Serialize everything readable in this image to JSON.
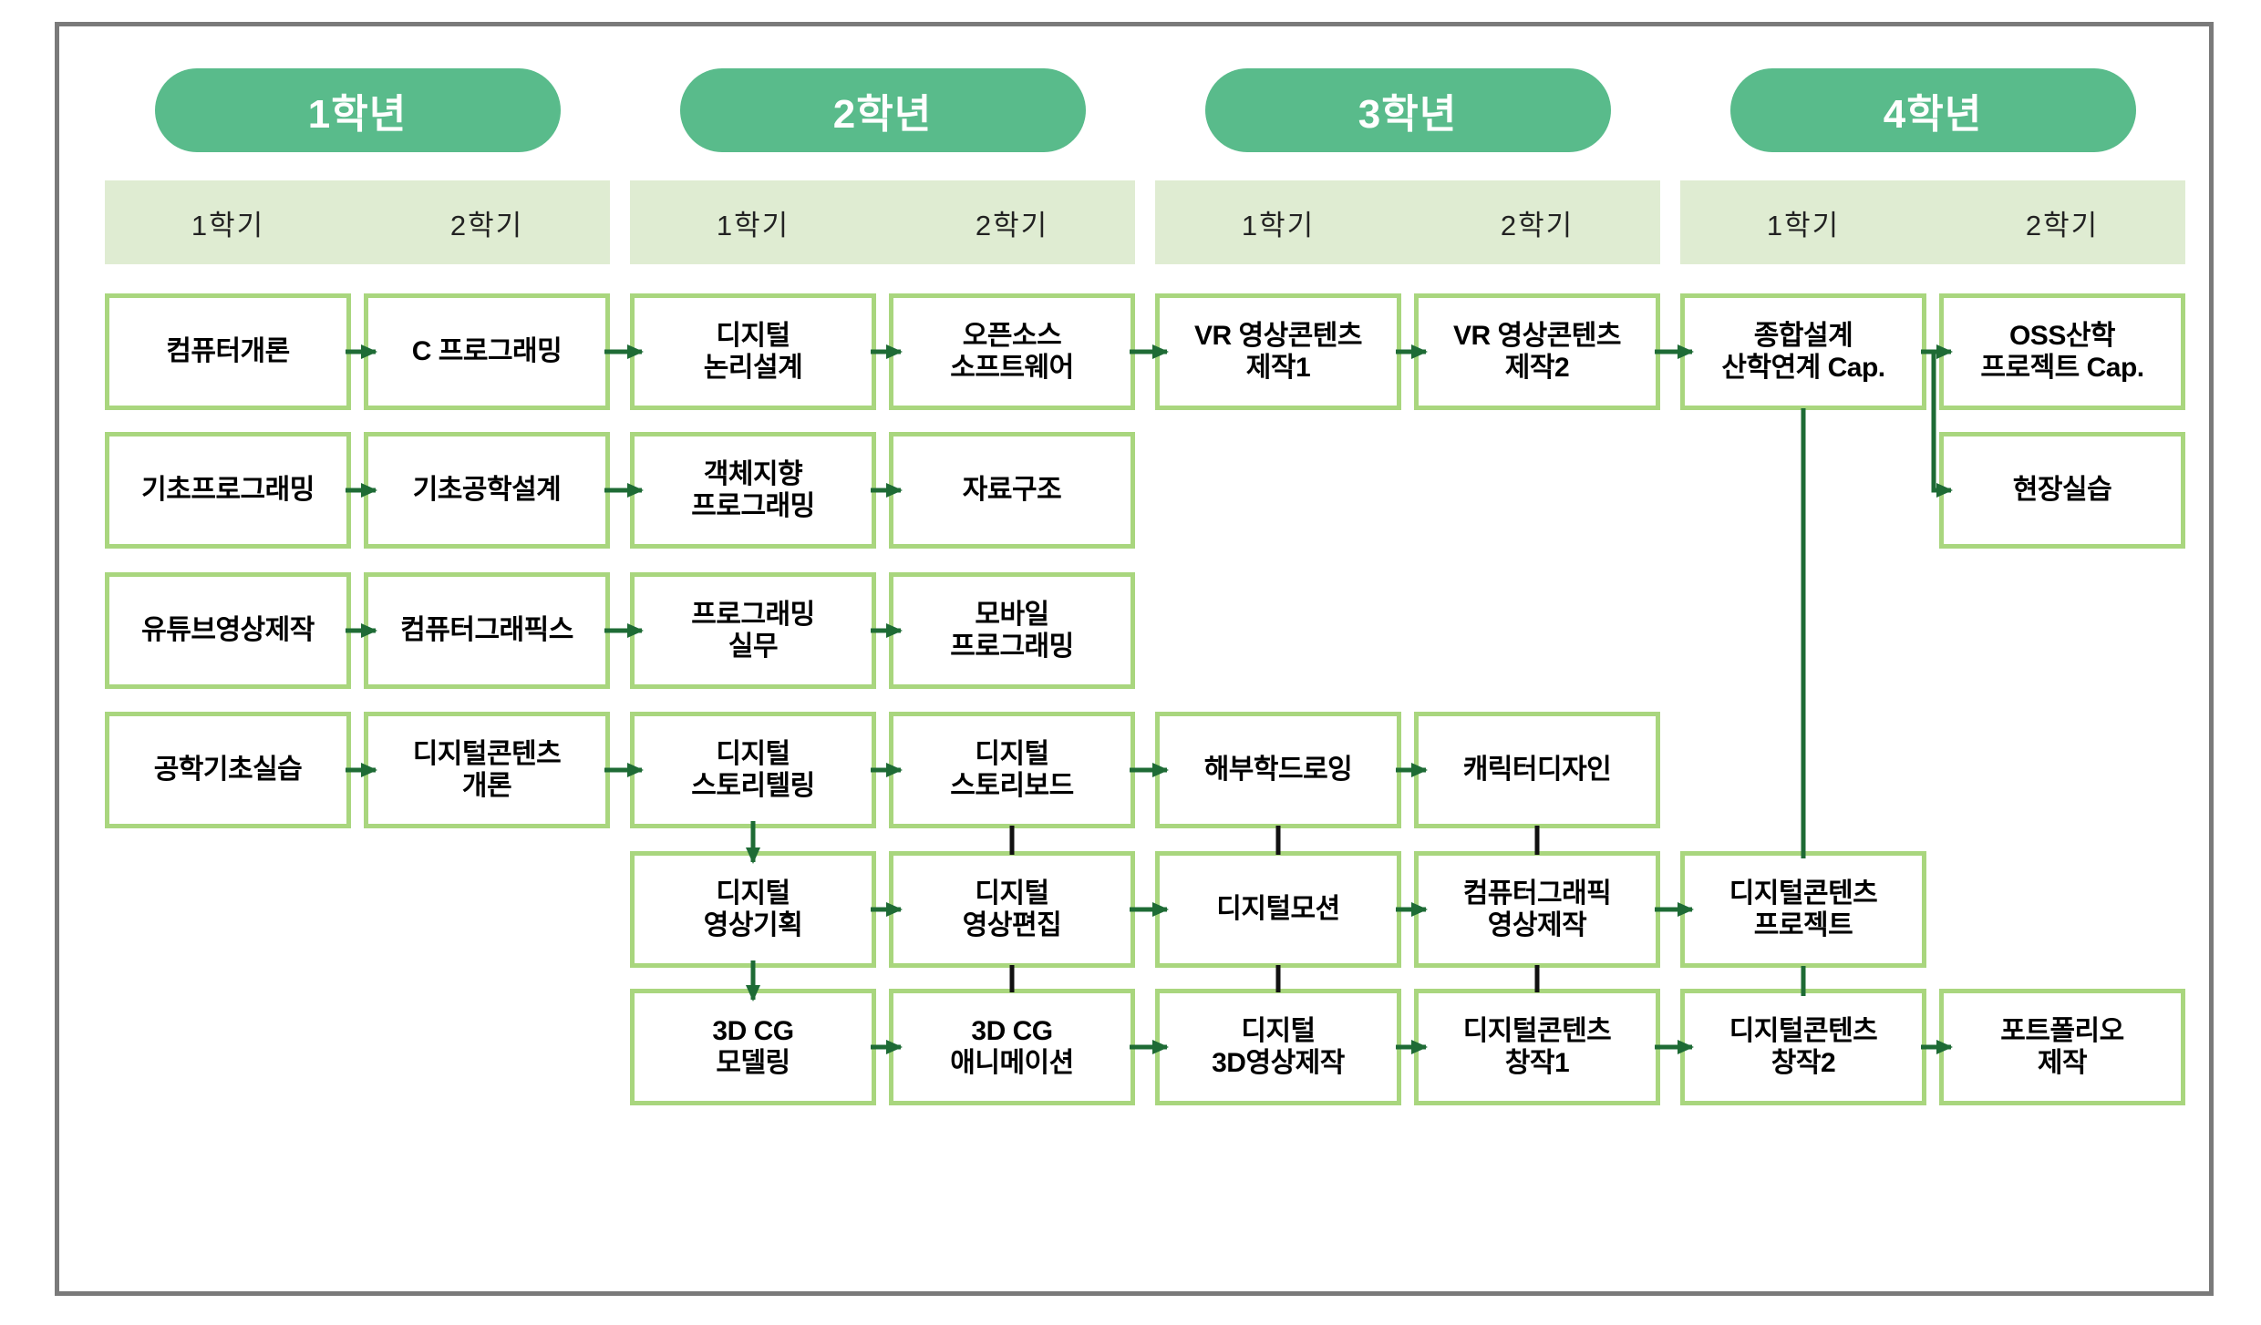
{
  "diagram": {
    "title": "curriculum-roadmap",
    "years": [
      {
        "label": "1학년",
        "semesters": [
          "1학기",
          "2학기"
        ]
      },
      {
        "label": "2학년",
        "semesters": [
          "1학기",
          "2학기"
        ]
      },
      {
        "label": "3학년",
        "semesters": [
          "1학기",
          "2학기"
        ]
      },
      {
        "label": "4학년",
        "semesters": [
          "1학기",
          "2학기"
        ]
      }
    ],
    "courses": [
      {
        "id": "y1s1-computer-intro",
        "label": "컴퓨터개론",
        "col": 1,
        "row": 1
      },
      {
        "id": "y1s1-basic-programming",
        "label": "기초프로그래밍",
        "col": 1,
        "row": 2
      },
      {
        "id": "y1s1-youtube-video",
        "label": "유튜브영상제작",
        "col": 1,
        "row": 3
      },
      {
        "id": "y1s1-eng-basic-practice",
        "label": "공학기초실습",
        "col": 1,
        "row": 4
      },
      {
        "id": "y1s2-c-programming",
        "label": "C 프로그래밍",
        "col": 2,
        "row": 1
      },
      {
        "id": "y1s2-basic-eng-design",
        "label": "기초공학설계",
        "col": 2,
        "row": 2
      },
      {
        "id": "y1s2-computer-graphics",
        "label": "컴퓨터그래픽스",
        "col": 2,
        "row": 3
      },
      {
        "id": "y1s2-digital-content-intro",
        "label": "디지털콘텐츠\n개론",
        "col": 2,
        "row": 4
      },
      {
        "id": "y2s1-digital-logic",
        "label": "디지털\n논리설계",
        "col": 3,
        "row": 1
      },
      {
        "id": "y2s1-oop",
        "label": "객체지향\n프로그래밍",
        "col": 3,
        "row": 2
      },
      {
        "id": "y2s1-programming-practice",
        "label": "프로그래밍\n실무",
        "col": 3,
        "row": 3
      },
      {
        "id": "y2s1-digital-storytelling",
        "label": "디지털\n스토리텔링",
        "col": 3,
        "row": 4
      },
      {
        "id": "y2s1-digital-video-plan",
        "label": "디지털\n영상기획",
        "col": 3,
        "row": 5
      },
      {
        "id": "y2s1-3dcg-modeling",
        "label": "3D CG\n모델링",
        "col": 3,
        "row": 6
      },
      {
        "id": "y2s2-open-source-sw",
        "label": "오픈소스\n소프트웨어",
        "col": 4,
        "row": 1
      },
      {
        "id": "y2s2-data-structure",
        "label": "자료구조",
        "col": 4,
        "row": 2
      },
      {
        "id": "y2s2-mobile-programming",
        "label": "모바일\n프로그래밍",
        "col": 4,
        "row": 3
      },
      {
        "id": "y2s2-digital-storyboard",
        "label": "디지털\n스토리보드",
        "col": 4,
        "row": 4
      },
      {
        "id": "y2s2-digital-video-edit",
        "label": "디지털\n영상편집",
        "col": 4,
        "row": 5
      },
      {
        "id": "y2s2-3dcg-animation",
        "label": "3D CG\n애니메이션",
        "col": 4,
        "row": 6
      },
      {
        "id": "y3s1-vr-content-1",
        "label": "VR 영상콘텐츠\n제작1",
        "col": 5,
        "row": 1
      },
      {
        "id": "y3s1-anatomy-drawing",
        "label": "해부학드로잉",
        "col": 5,
        "row": 4
      },
      {
        "id": "y3s1-digital-motion",
        "label": "디지털모션",
        "col": 5,
        "row": 5
      },
      {
        "id": "y3s1-digital-3d-video",
        "label": "디지털\n3D영상제작",
        "col": 5,
        "row": 6
      },
      {
        "id": "y3s2-vr-content-2",
        "label": "VR 영상콘텐츠\n제작2",
        "col": 6,
        "row": 1
      },
      {
        "id": "y3s2-character-design",
        "label": "캐릭터디자인",
        "col": 6,
        "row": 4
      },
      {
        "id": "y3s2-cg-video-production",
        "label": "컴퓨터그래픽\n영상제작",
        "col": 6,
        "row": 5
      },
      {
        "id": "y3s2-content-creation-1",
        "label": "디지털콘텐츠\n창작1",
        "col": 6,
        "row": 6
      },
      {
        "id": "y4s1-capstone-design",
        "label": "종합설계\n산학연계 Cap.",
        "col": 7,
        "row": 1
      },
      {
        "id": "y4s1-content-project",
        "label": "디지털콘텐츠\n프로젝트",
        "col": 7,
        "row": 5
      },
      {
        "id": "y4s1-content-creation-2",
        "label": "디지털콘텐츠\n창작2",
        "col": 7,
        "row": 6
      },
      {
        "id": "y4s2-oss-capstone",
        "label": "OSS산학\n프로젝트 Cap.",
        "col": 8,
        "row": 1
      },
      {
        "id": "y4s2-field-practice",
        "label": "현장실습",
        "col": 8,
        "row": 2
      },
      {
        "id": "y4s2-portfolio",
        "label": "포트폴리오\n제작",
        "col": 8,
        "row": 6
      }
    ],
    "connectors": [
      {
        "type": "h-arrow",
        "from": [
          1,
          1
        ],
        "to": [
          2,
          1
        ]
      },
      {
        "type": "h-arrow",
        "from": [
          2,
          1
        ],
        "to": [
          3,
          1
        ]
      },
      {
        "type": "h-arrow",
        "from": [
          3,
          1
        ],
        "to": [
          4,
          1
        ]
      },
      {
        "type": "h-arrow",
        "from": [
          4,
          1
        ],
        "to": [
          5,
          1
        ]
      },
      {
        "type": "h-arrow",
        "from": [
          5,
          1
        ],
        "to": [
          6,
          1
        ]
      },
      {
        "type": "h-arrow",
        "from": [
          6,
          1
        ],
        "to": [
          7,
          1
        ]
      },
      {
        "type": "h-arrow",
        "from": [
          1,
          2
        ],
        "to": [
          2,
          2
        ]
      },
      {
        "type": "h-arrow",
        "from": [
          2,
          2
        ],
        "to": [
          3,
          2
        ]
      },
      {
        "type": "h-arrow",
        "from": [
          3,
          2
        ],
        "to": [
          4,
          2
        ]
      },
      {
        "type": "h-arrow",
        "from": [
          1,
          3
        ],
        "to": [
          2,
          3
        ]
      },
      {
        "type": "h-arrow",
        "from": [
          2,
          3
        ],
        "to": [
          3,
          3
        ]
      },
      {
        "type": "h-arrow",
        "from": [
          3,
          3
        ],
        "to": [
          4,
          3
        ]
      },
      {
        "type": "h-arrow",
        "from": [
          1,
          4
        ],
        "to": [
          2,
          4
        ]
      },
      {
        "type": "h-arrow",
        "from": [
          2,
          4
        ],
        "to": [
          3,
          4
        ]
      },
      {
        "type": "h-arrow",
        "from": [
          3,
          4
        ],
        "to": [
          4,
          4
        ]
      },
      {
        "type": "h-arrow",
        "from": [
          4,
          4
        ],
        "to": [
          5,
          4
        ]
      },
      {
        "type": "h-arrow",
        "from": [
          5,
          4
        ],
        "to": [
          6,
          4
        ]
      },
      {
        "type": "h-arrow",
        "from": [
          3,
          5
        ],
        "to": [
          4,
          5
        ]
      },
      {
        "type": "h-arrow",
        "from": [
          4,
          5
        ],
        "to": [
          5,
          5
        ]
      },
      {
        "type": "h-arrow",
        "from": [
          5,
          5
        ],
        "to": [
          6,
          5
        ]
      },
      {
        "type": "h-arrow",
        "from": [
          6,
          5
        ],
        "to": [
          7,
          5
        ]
      },
      {
        "type": "h-arrow",
        "from": [
          3,
          6
        ],
        "to": [
          4,
          6
        ]
      },
      {
        "type": "h-arrow",
        "from": [
          4,
          6
        ],
        "to": [
          5,
          6
        ]
      },
      {
        "type": "h-arrow",
        "from": [
          5,
          6
        ],
        "to": [
          6,
          6
        ]
      },
      {
        "type": "h-arrow",
        "from": [
          6,
          6
        ],
        "to": [
          7,
          6
        ]
      },
      {
        "type": "h-arrow",
        "from": [
          7,
          6
        ],
        "to": [
          8,
          6
        ]
      },
      {
        "type": "v-arrow",
        "from": [
          3,
          4
        ],
        "to": [
          3,
          5
        ]
      },
      {
        "type": "v-arrow",
        "from": [
          3,
          5
        ],
        "to": [
          3,
          6
        ]
      },
      {
        "type": "tick",
        "from": [
          4,
          4
        ],
        "to": [
          4,
          5
        ]
      },
      {
        "type": "tick",
        "from": [
          4,
          5
        ],
        "to": [
          4,
          6
        ]
      },
      {
        "type": "tick",
        "from": [
          5,
          4
        ],
        "to": [
          5,
          5
        ]
      },
      {
        "type": "tick",
        "from": [
          5,
          5
        ],
        "to": [
          5,
          6
        ]
      },
      {
        "type": "tick",
        "from": [
          6,
          4
        ],
        "to": [
          6,
          5
        ]
      },
      {
        "type": "tick",
        "from": [
          6,
          5
        ],
        "to": [
          6,
          6
        ]
      },
      {
        "type": "line",
        "from": [
          7,
          1
        ],
        "to": [
          7,
          5
        ]
      },
      {
        "type": "line",
        "from": [
          7,
          5
        ],
        "to": [
          7,
          6
        ]
      },
      {
        "type": "elbow-main",
        "from": [
          7,
          1
        ],
        "to": [
          8,
          1
        ]
      },
      {
        "type": "elbow-branch",
        "from": [
          7,
          1
        ],
        "to": [
          8,
          2
        ]
      }
    ],
    "colors": {
      "year_pill": "#59bb8b",
      "year_text": "#ffffff",
      "semester_bar": "#dfecd2",
      "semester_text": "#222222",
      "box_border": "#a9d67e",
      "box_text": "#000000",
      "arrow": "#1e6b35",
      "tick": "#111111",
      "frame_border": "#7a7a7a"
    }
  }
}
